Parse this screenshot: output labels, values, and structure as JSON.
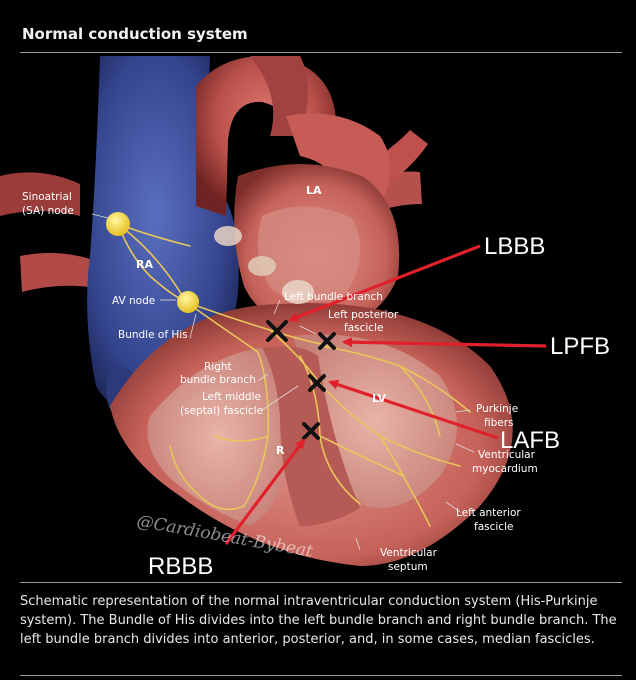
{
  "title": "Normal conduction system",
  "labels": {
    "sa_node_line1": "Sinoatrial",
    "sa_node_line2": "(SA) node",
    "la": "LA",
    "ra": "RA",
    "av_node": "AV node",
    "bundle_of_his": "Bundle of His",
    "left_bundle_branch": "Left bundle branch",
    "left_posterior_line1": "Left posterior",
    "left_posterior_line2": "fascicle",
    "right_bundle_line1": "Right",
    "right_bundle_line2": "bundle branch",
    "left_middle_line1": "Left middle",
    "left_middle_line2": "(septal) fascicle",
    "lv": "LV",
    "r": "R",
    "purkinje_line1": "Purkinje",
    "purkinje_line2": "fibers",
    "ventricular_myo_line1": "Ventricular",
    "ventricular_myo_line2": "myocardium",
    "left_anterior_line1": "Left anterior",
    "left_anterior_line2": "fascicle",
    "ventricular_septum_line1": "Ventricular",
    "ventricular_septum_line2": "septum"
  },
  "annotations": {
    "lbbb": "LBBB",
    "lpfb": "LPFB",
    "lafb": "LAFB",
    "rbbb": "RBBB"
  },
  "watermark": "@Cardiobeat-Bybeat",
  "caption": "Schematic representation of the normal intraventricular conduction system (His-Purkinje system). The Bundle of His divides into the left bundle branch and right bundle branch. The left bundle branch divides into anterior, posterior, and, in some cases, median fascicles.",
  "colors": {
    "background": "#000000",
    "annotation_arrow": "#e0202a",
    "conduction_path": "#e8c65a",
    "node": "#f5e04a",
    "vein_blue": "#3a4f9a",
    "artery_red": "#c2504e",
    "myocardium": "#c8645e"
  }
}
